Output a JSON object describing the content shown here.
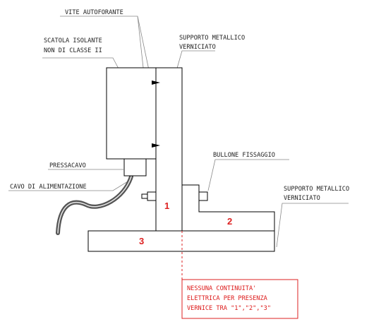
{
  "labels": {
    "vite_autoforante": "VITE AUTOFORANTE",
    "scatola_line1": "SCATOLA ISOLANTE",
    "scatola_line2": "NON DI CLASSE II",
    "supporto_top_line1": "SUPPORTO METALLICO",
    "supporto_top_line2": "VERNICIATO",
    "bullone": "BULLONE FISSAGGIO",
    "pressacavo": "PRESSACAVO",
    "cavo": "CAVO DI ALIMENTAZIONE",
    "supporto_right_line1": "SUPPORTO METALLICO",
    "supporto_right_line2": "VERNICIATO"
  },
  "numbers": {
    "n1": "1",
    "n2": "2",
    "n3": "3"
  },
  "note": {
    "line1": "NESSUNA CONTINUITA'",
    "line2": "ELETTRICA PER PRESENZA",
    "line3": "VERNICE TRA \"1\",\"2\",\"3\""
  },
  "colors": {
    "note_red": "#dd1a1a",
    "number_red": "#dd2222",
    "cable": "#555555"
  }
}
